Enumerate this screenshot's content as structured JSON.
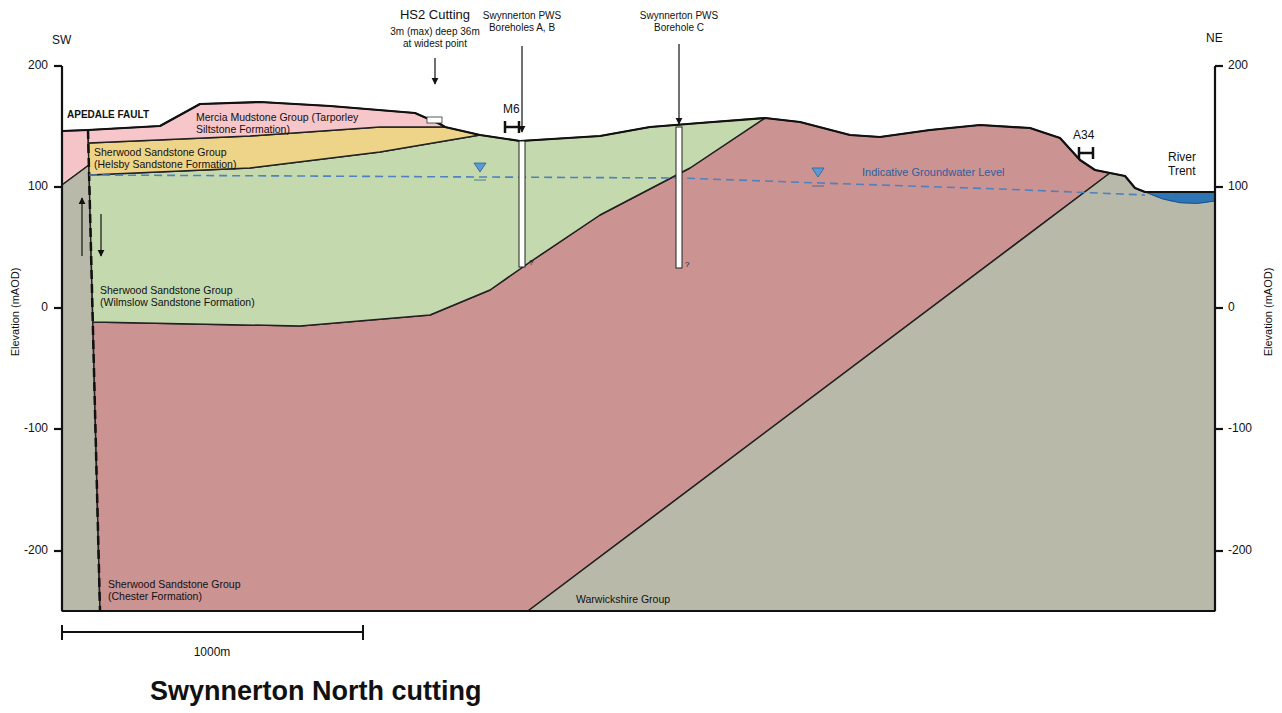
{
  "diagram": {
    "title": "Swynnerton North cutting",
    "labels": [
      "SW",
      "NE",
      "200",
      "100",
      "0",
      "-100",
      "-200",
      "200",
      "100",
      "0",
      "-100",
      "-200",
      "Elevation (mAOD)",
      "Elevation (mAOD)",
      "HS2 Cutting",
      "3m (max) deep 36m at widest point",
      "Swynnerton PWS Boreholes A, B",
      "Swynnerton PWS Borehole C",
      "M6",
      "A34",
      "APEDALE FAULT",
      "Mercia Mudstone Group (Tarporley Siltstone Formation)",
      "Sherwood Sandstone Group (Helsby Sandstone Formation)",
      "Sherwood Sandstone Group (Wilmslow Sandstone Formation)",
      "Sherwood Sandstone Group (Chester Formation)",
      "Warwickshire Group",
      "Indicative Groundwater Level",
      "River Trent",
      "?",
      "?",
      "1000m"
    ]
  }
}
